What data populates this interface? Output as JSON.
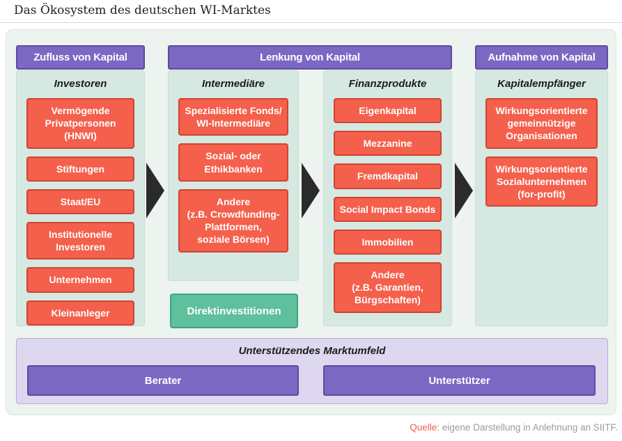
{
  "page": {
    "title": "Das Ökosystem des deutschen WI-Marktes",
    "source_label": "Quelle:",
    "source_text": " eigene Darstellung in Anlehnung an SIITF."
  },
  "headers": {
    "inflow": "Zufluss von Kapital",
    "steering": "Lenkung von Kapital",
    "absorption": "Aufnahme von Kapital"
  },
  "columns": {
    "investors": {
      "title": "Investoren",
      "items": [
        "Vermögende\nPrivatpersonen\n(HNWI)",
        "Stiftungen",
        "Staat/EU",
        "Institutionelle\nInvestoren",
        "Unternehmen",
        "Kleinanleger"
      ]
    },
    "intermediaries": {
      "title": "Intermediäre",
      "items": [
        "Spezialisierte Fonds/\nWI-Intermediäre",
        "Sozial- oder\nEthikbanken",
        "Andere\n(z.B. Crowdfunding-\nPlattformen,\nsoziale Börsen)"
      ]
    },
    "products": {
      "title": "Finanzprodukte",
      "items": [
        "Eigenkapital",
        "Mezzanine",
        "Fremdkapital",
        "Social Impact Bonds",
        "Immobilien",
        "Andere\n(z.B. Garantien,\nBürgschaften)"
      ]
    },
    "receivers": {
      "title": "Kapitalempfänger",
      "items": [
        "Wirkungsorientierte\ngemeinnützige\nOrganisationen",
        "Wirkungsorientierte\nSozialunternehmen\n(for-profit)"
      ]
    }
  },
  "direct_investment": {
    "label": "Direktinvestitionen"
  },
  "environment": {
    "title": "Unterstützendes Marktumfeld",
    "items": [
      "Berater",
      "Unterstützer"
    ]
  },
  "colors": {
    "purple": "#7b68c3",
    "purple_border": "#5d4a9e",
    "teal_panel": "#d5e8e1",
    "container_bg": "#edf3ef",
    "red_box": "#f4604c",
    "red_border": "#cf4330",
    "green_box": "#5ec09c",
    "green_border": "#3fa482",
    "lavender_panel": "#ddd7f0",
    "arrow": "#2b2b2b",
    "source_accent": "#e8644e"
  }
}
